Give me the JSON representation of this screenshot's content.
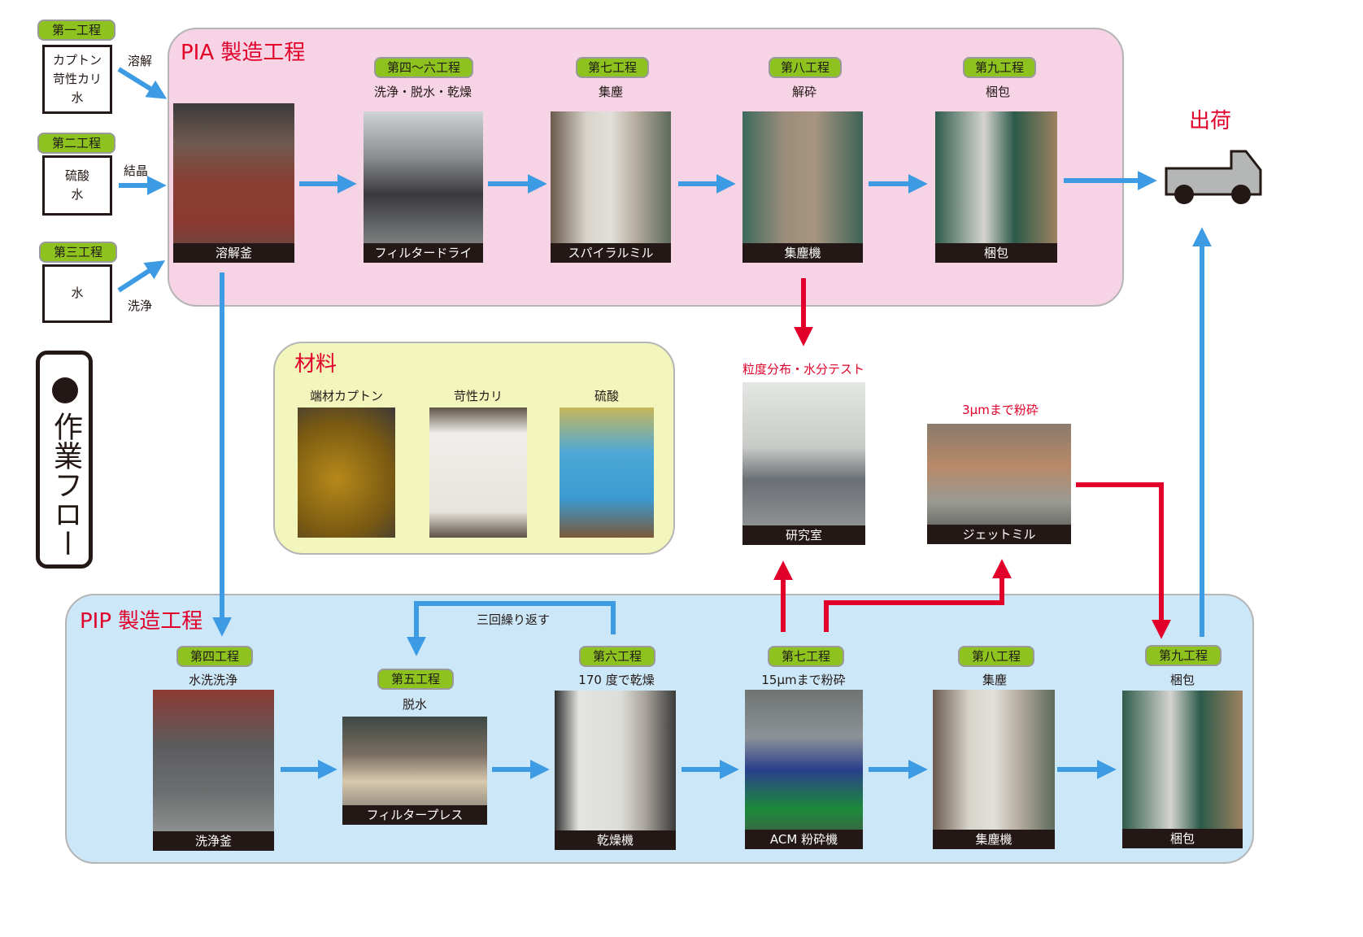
{
  "title": "作業フロー",
  "inputs": [
    {
      "step": "第一工程",
      "lines": [
        "カプトン",
        "苛性カリ",
        "水"
      ],
      "action": "溶解"
    },
    {
      "step": "第二工程",
      "lines": [
        "硫酸",
        "水"
      ],
      "action": "結晶"
    },
    {
      "step": "第三工程",
      "lines": [
        "水"
      ],
      "action": "洗浄"
    }
  ],
  "pia": {
    "title": "PIA 製造工程",
    "stages": [
      {
        "step": "",
        "desc": "",
        "caption": "溶解釜"
      },
      {
        "step": "第四〜六工程",
        "desc": "洗浄・脱水・乾燥",
        "caption": "フィルタードライ"
      },
      {
        "step": "第七工程",
        "desc": "集塵",
        "caption": "スパイラルミル"
      },
      {
        "step": "第八工程",
        "desc": "解砕",
        "caption": "集塵機"
      },
      {
        "step": "第九工程",
        "desc": "梱包",
        "caption": "梱包"
      }
    ]
  },
  "shipping": {
    "label": "出荷",
    "icon": "truck-icon"
  },
  "materials": {
    "title": "材料",
    "items": [
      {
        "label": "端材カプトン"
      },
      {
        "label": "苛性カリ"
      },
      {
        "label": "硫酸"
      }
    ]
  },
  "side": {
    "lab": {
      "desc": "粒度分布・水分テスト",
      "caption": "研究室"
    },
    "jetmill": {
      "desc": "3μmまで粉砕",
      "caption": "ジェットミル"
    }
  },
  "pip": {
    "title": "PIP 製造工程",
    "loop_label": "三回繰り返す",
    "stages": [
      {
        "step": "第四工程",
        "desc": "水洗洗浄",
        "caption": "洗浄釜"
      },
      {
        "step": "第五工程",
        "desc": "脱水",
        "caption": "フィルタープレス"
      },
      {
        "step": "第六工程",
        "desc": "170 度で乾燥",
        "caption": "乾燥機"
      },
      {
        "step": "第七工程",
        "desc": "15μmまで粉砕",
        "caption": "ACM 粉砕機"
      },
      {
        "step": "第八工程",
        "desc": "集塵",
        "caption": "集塵機"
      },
      {
        "step": "第九工程",
        "desc": "梱包",
        "caption": "梱包"
      }
    ]
  },
  "colors": {
    "flow_blue": "#3d9be3",
    "flow_red": "#e0002a",
    "step_tag": "#8dc21f",
    "pia_bg": "#f6d3e5",
    "pip_bg": "#cce7f8",
    "materials_bg": "#f2f6bd"
  }
}
